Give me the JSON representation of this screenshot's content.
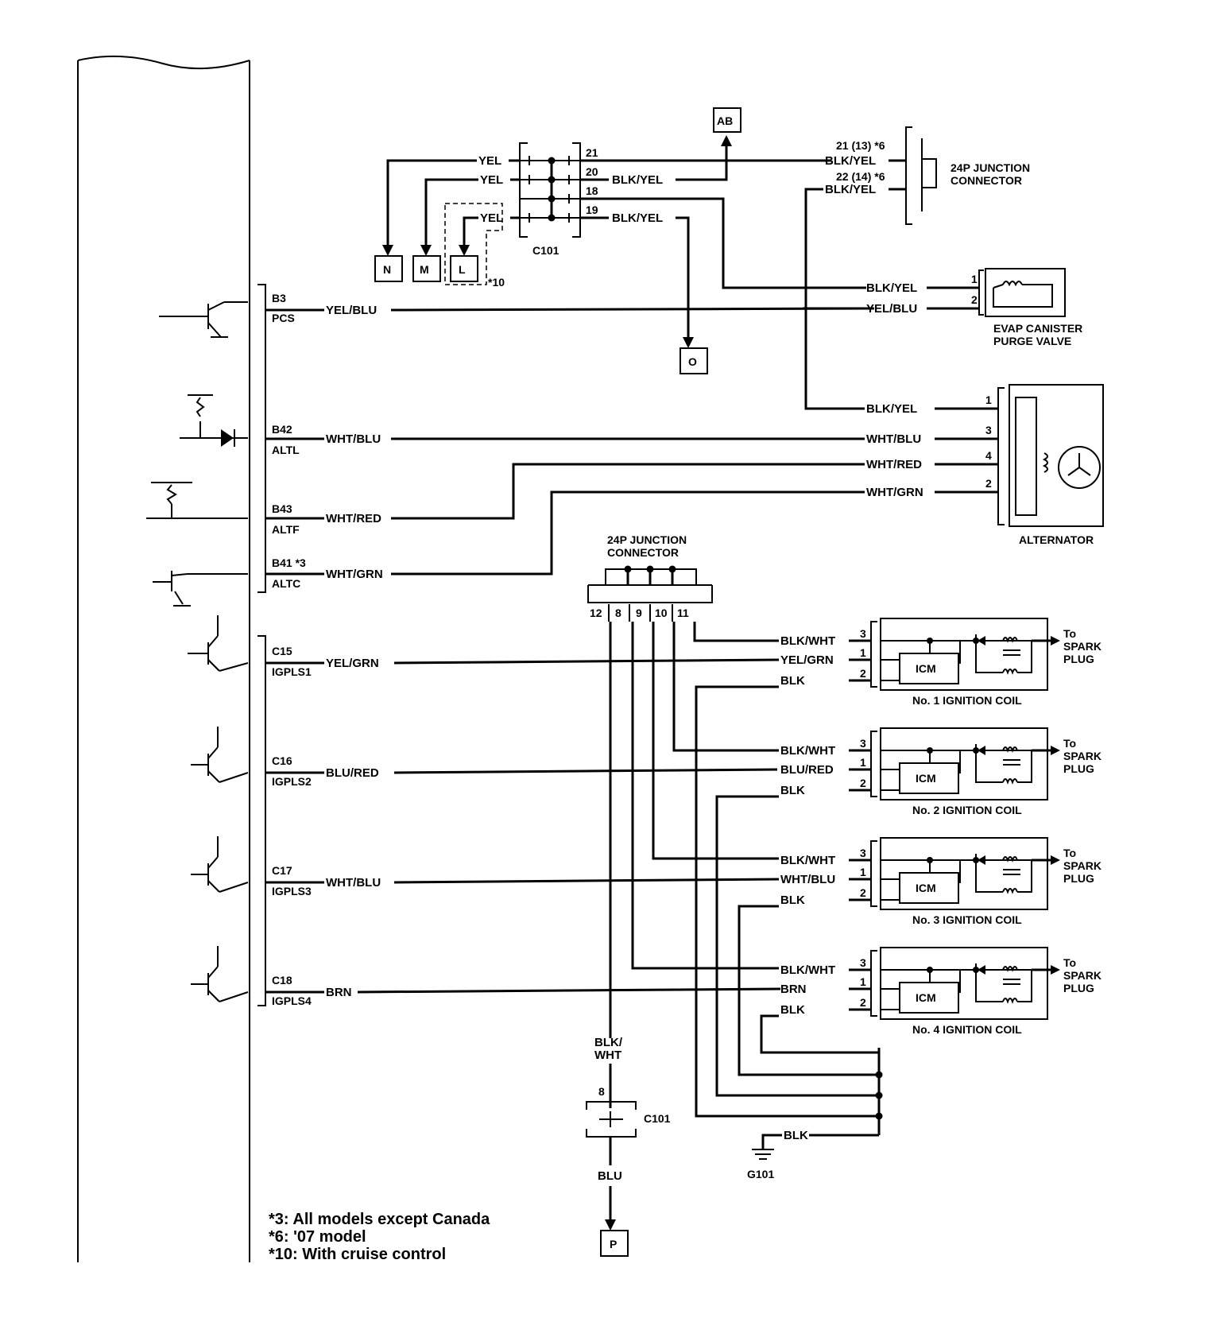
{
  "ecm": {
    "pins": [
      {
        "pin": "B3",
        "signal": "PCS",
        "wire": "YEL/BLU"
      },
      {
        "pin": "B42",
        "signal": "ALTL",
        "wire": "WHT/BLU"
      },
      {
        "pin": "B43",
        "signal": "ALTF",
        "wire": "WHT/RED"
      },
      {
        "pin": "B41 *3",
        "signal": "ALTC",
        "wire": "WHT/GRN"
      },
      {
        "pin": "C15",
        "signal": "IGPLS1",
        "wire": "YEL/GRN"
      },
      {
        "pin": "C16",
        "signal": "IGPLS2",
        "wire": "BLU/RED"
      },
      {
        "pin": "C17",
        "signal": "IGPLS3",
        "wire": "WHT/BLU"
      },
      {
        "pin": "C18",
        "signal": "IGPLS4",
        "wire": "BRN"
      }
    ]
  },
  "connectors": {
    "c101_top": {
      "label": "C101",
      "pins": [
        "21",
        "20",
        "18",
        "19"
      ]
    },
    "c101_bottom": {
      "label": "C101",
      "pin": "8"
    },
    "jc24_top": {
      "pin_a": "21 (13) *6",
      "wire_a": "BLK/YEL",
      "pin_b": "22 (14) *6",
      "wire_b": "BLK/YEL",
      "name1": "24P JUNCTION",
      "name2": "CONNECTOR"
    },
    "jc24_mid": {
      "name1": "24P JUNCTION",
      "name2": "CONNECTOR",
      "pins": [
        "12",
        "8",
        "9",
        "10",
        "11"
      ]
    }
  },
  "wires": {
    "to_n": "YEL",
    "to_m": "YEL",
    "to_l": "YEL",
    "c101_20": "BLK/YEL",
    "c101_19": "BLK/YEL",
    "splice_1": "BLK/",
    "splice_2": "WHT",
    "to_p": "BLU",
    "ground": "BLK"
  },
  "destinations": {
    "n": "N",
    "m": "M",
    "l": "L",
    "o": "O",
    "ab": "AB",
    "p": "P"
  },
  "components": {
    "evap": {
      "name1": "EVAP CANISTER",
      "name2": "PURGE VALVE",
      "pin1": "1",
      "pin2": "2",
      "wire1": "BLK/YEL",
      "wire2": "YEL/BLU"
    },
    "alternator": {
      "name": "ALTERNATOR",
      "pins": [
        "1",
        "3",
        "4",
        "2"
      ],
      "wires": [
        "BLK/YEL",
        "WHT/BLU",
        "WHT/RED",
        "WHT/GRN"
      ]
    }
  },
  "coils": [
    {
      "name": "No. 1 IGNITION COIL",
      "icm": "ICM",
      "pins": [
        "3",
        "1",
        "2"
      ],
      "wires": [
        "BLK/WHT",
        "YEL/GRN",
        "BLK"
      ],
      "to1": "To",
      "to2": "SPARK",
      "to3": "PLUG"
    },
    {
      "name": "No. 2 IGNITION COIL",
      "icm": "ICM",
      "pins": [
        "3",
        "1",
        "2"
      ],
      "wires": [
        "BLK/WHT",
        "BLU/RED",
        "BLK"
      ],
      "to1": "To",
      "to2": "SPARK",
      "to3": "PLUG"
    },
    {
      "name": "No. 3 IGNITION COIL",
      "icm": "ICM",
      "pins": [
        "3",
        "1",
        "2"
      ],
      "wires": [
        "BLK/WHT",
        "WHT/BLU",
        "BLK"
      ],
      "to1": "To",
      "to2": "SPARK",
      "to3": "PLUG"
    },
    {
      "name": "No. 4 IGNITION COIL",
      "icm": "ICM",
      "pins": [
        "3",
        "1",
        "2"
      ],
      "wires": [
        "BLK/WHT",
        "BRN",
        "BLK"
      ],
      "to1": "To",
      "to2": "SPARK",
      "to3": "PLUG"
    }
  ],
  "ground": {
    "label": "G101"
  },
  "notes": {
    "cruise_ref": "*10",
    "footnotes": [
      "*3: All models except Canada",
      "*6: '07 model",
      "*10: With cruise control"
    ]
  }
}
